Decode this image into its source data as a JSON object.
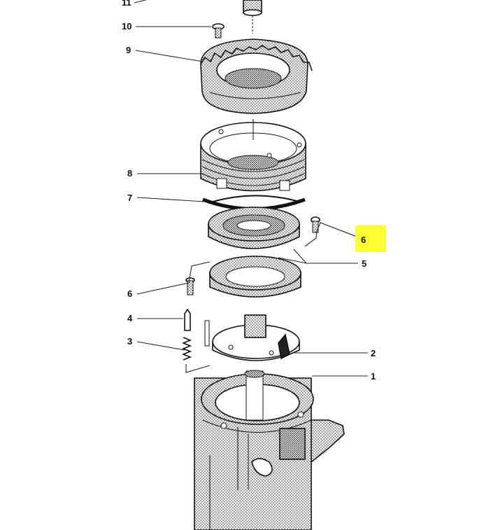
{
  "figure": {
    "callouts": [
      {
        "id": "c11",
        "text": "11"
      },
      {
        "id": "c10",
        "text": "10"
      },
      {
        "id": "c9",
        "text": "9"
      },
      {
        "id": "c8",
        "text": "8"
      },
      {
        "id": "c7",
        "text": "7"
      },
      {
        "id": "c6a",
        "text": "6",
        "highlighted": true
      },
      {
        "id": "c5",
        "text": "5"
      },
      {
        "id": "c6b",
        "text": "6"
      },
      {
        "id": "c4",
        "text": "4"
      },
      {
        "id": "c3",
        "text": "3"
      },
      {
        "id": "c2",
        "text": "2"
      },
      {
        "id": "c1",
        "text": "1"
      }
    ],
    "highlight_color": "#ffff33",
    "ink_color": "#111111",
    "stipple_color": "#555555"
  }
}
